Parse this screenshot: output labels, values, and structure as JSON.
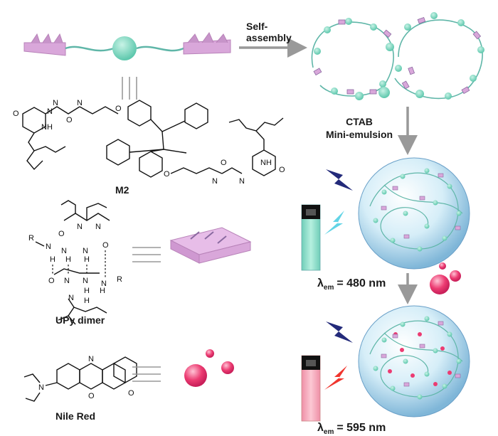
{
  "labels": {
    "self_assembly_line1": "Self-",
    "self_assembly_line2": "assembly",
    "ctab_line1": "CTAB",
    "ctab_line2": "Mini-emulsion",
    "m2": "M2",
    "upy_dimer": "UPy dimer",
    "nile_red": "Nile Red",
    "lambda_symbol": "λ",
    "lambda_subscript": "em",
    "emission_1": "= 480 nm",
    "emission_2": "= 595 nm"
  },
  "atoms": {
    "O": "O",
    "N": "N",
    "H": "H",
    "NH": "NH",
    "HN": "HN",
    "R": "R",
    "H_N": "N",
    "NH_right": "NH"
  },
  "colors": {
    "upy_block": "#d9a7da",
    "bead": "#7fd6c0",
    "chain": "#5fb6a8",
    "arrow": "#999999",
    "blue_bolt": "#232a7a",
    "cyan_bolt": "#62d4e6",
    "red_bolt": "#f0352d",
    "nile_red_drop": "#ec3c72",
    "vial_cyan": "#8ee0cc",
    "vial_pink": "#f3a0b2"
  }
}
